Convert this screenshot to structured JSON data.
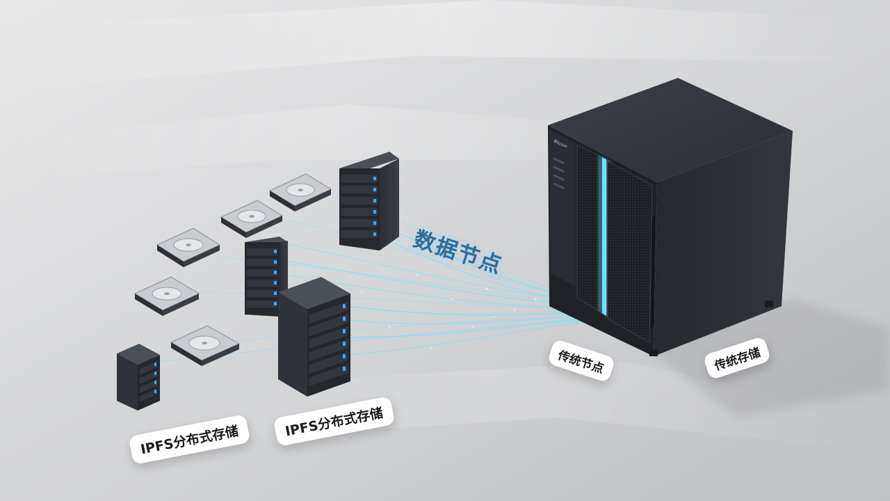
{
  "labels": {
    "ipfs_storage_1": "IPFS分布式存储",
    "ipfs_storage_2": "IPFS分布式存储",
    "data_node": "数据节点",
    "traditional_node": "传统节点",
    "traditional_storage": "传统存储"
  },
  "device": {
    "brand_text": "Bitcoin"
  },
  "colors": {
    "glow": "#6fe3ff",
    "device_body": "#2a2d33",
    "device_front": "#1e2126",
    "floor": "#d9dadc"
  },
  "icons": [
    "hard-drive-icon",
    "server-rack-icon",
    "nas-device-icon",
    "data-stream-icon"
  ]
}
